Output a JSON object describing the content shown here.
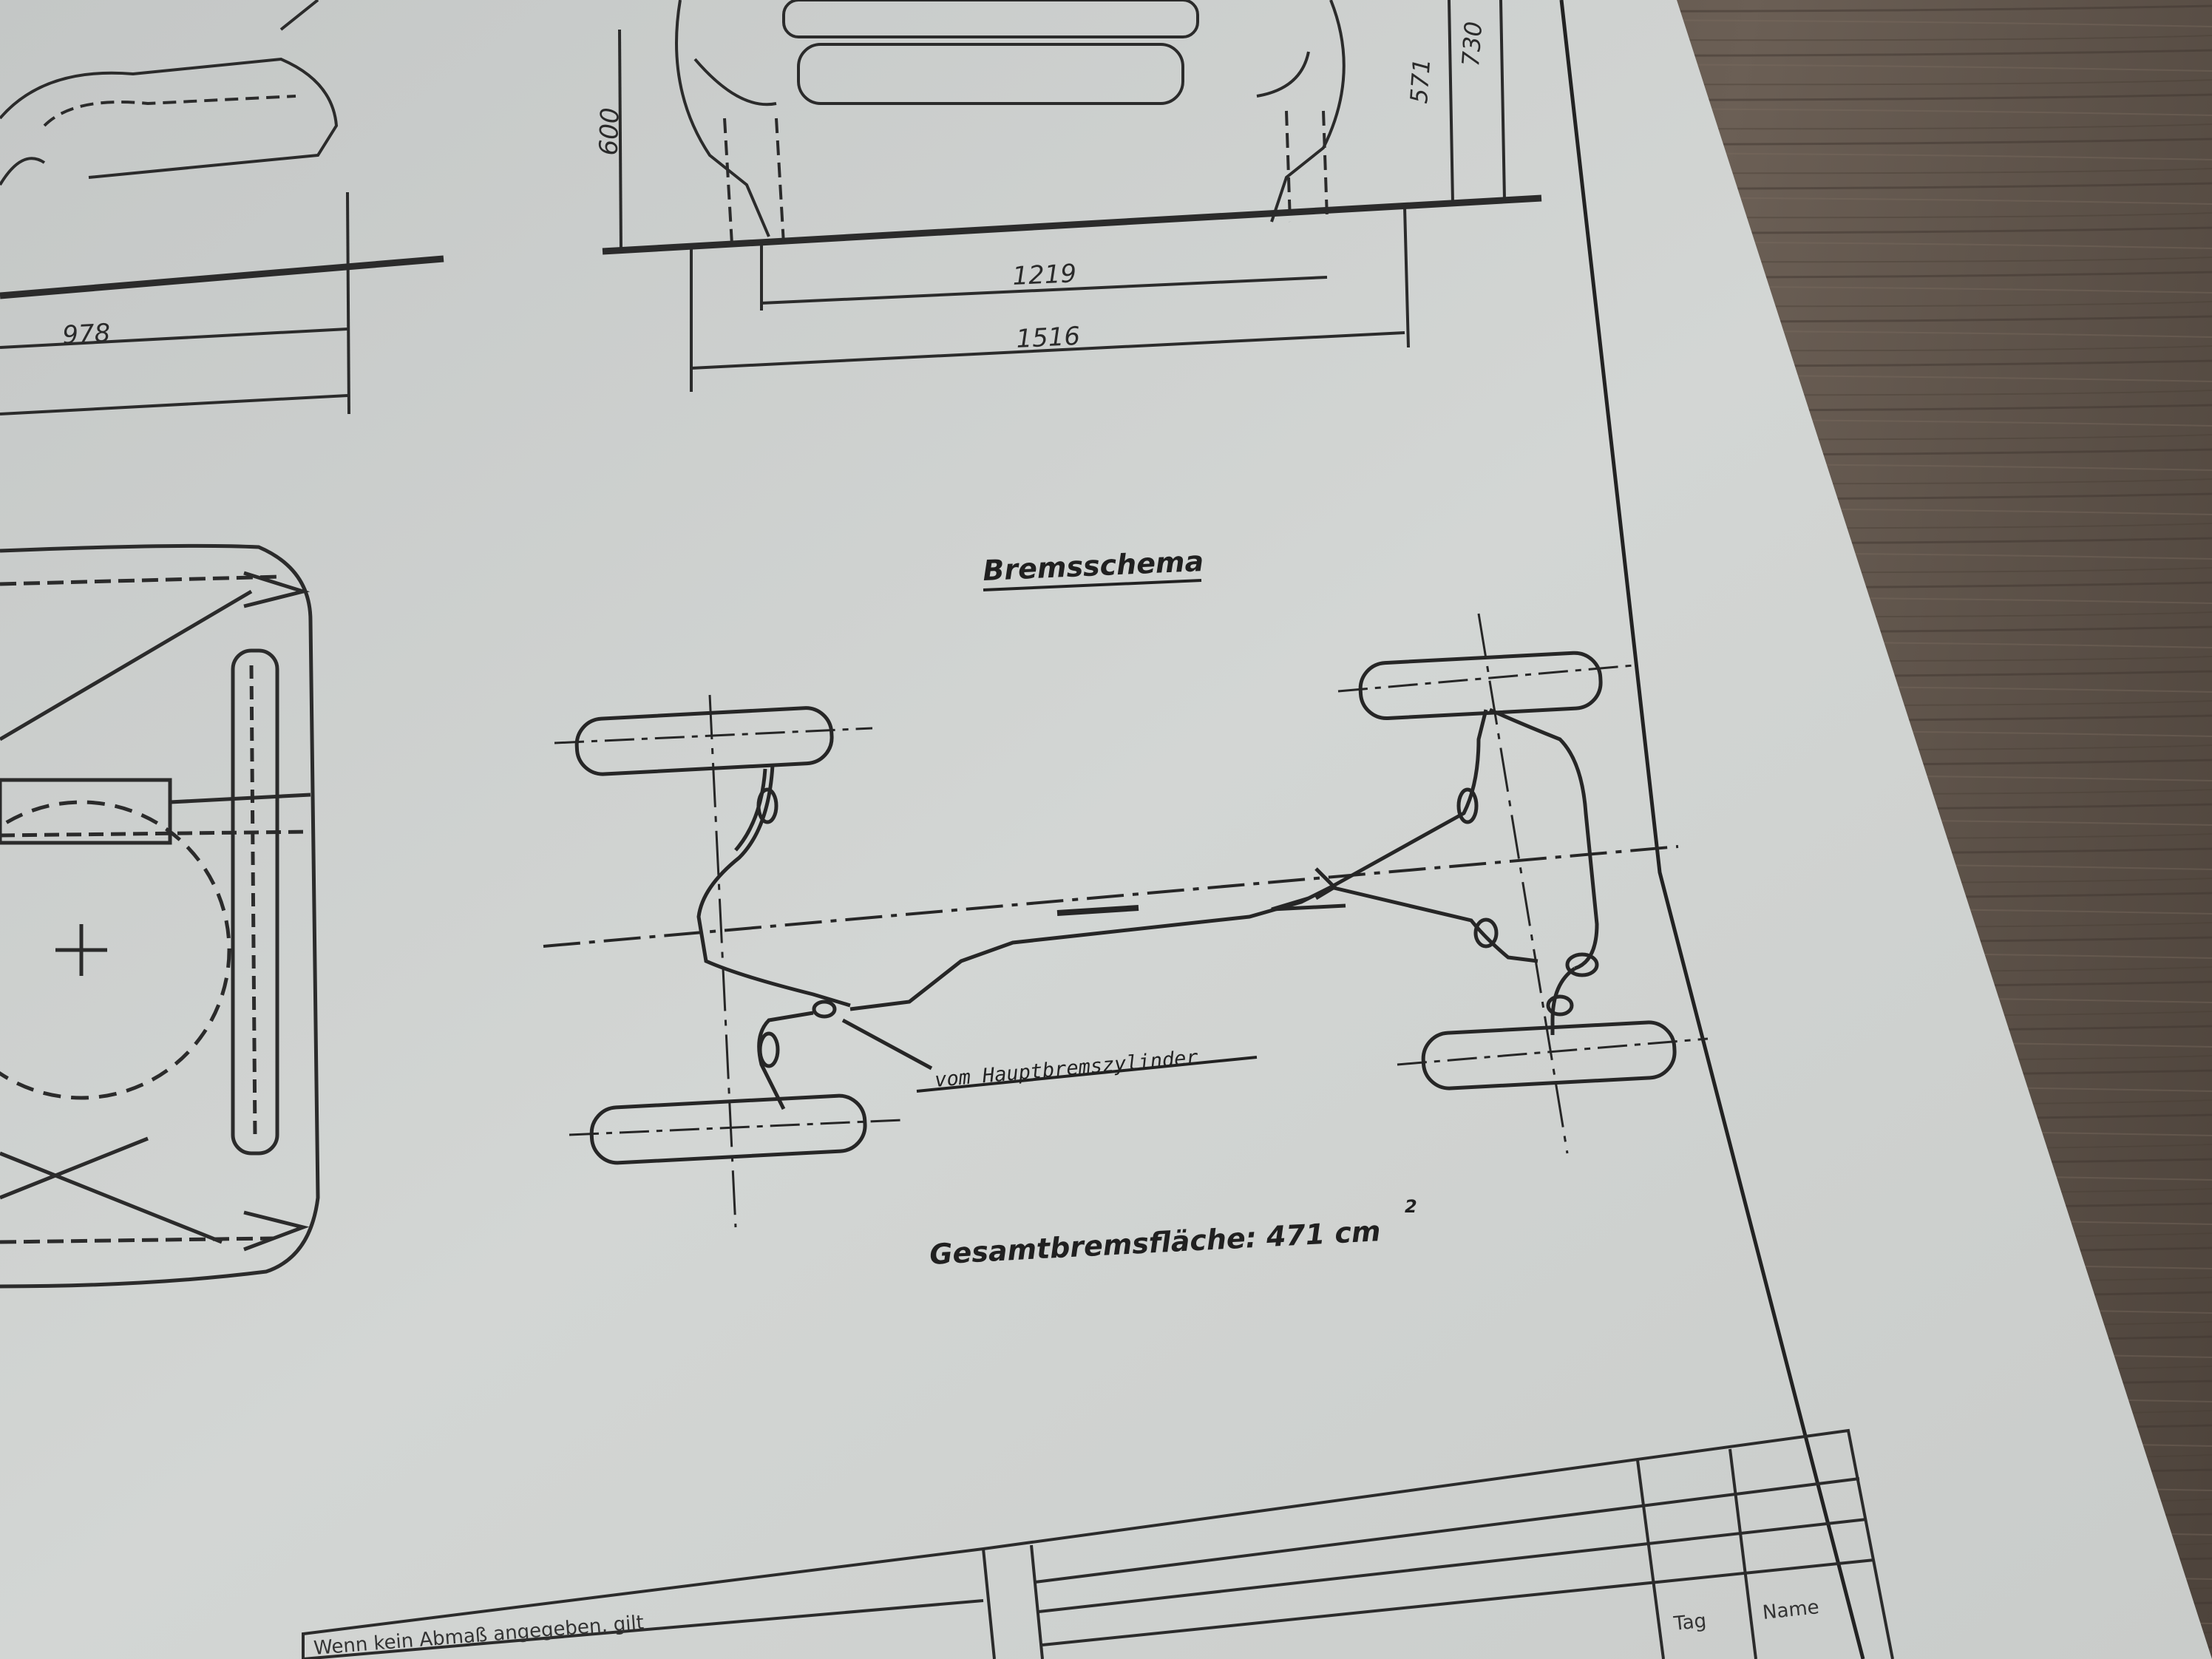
{
  "desk": {
    "wood_color": "#5b4f45",
    "paper_color": "#cfd2d0"
  },
  "top_view": {
    "dimensions": {
      "height_left": "600",
      "height_mid": "571",
      "height_right": "730",
      "track_inner": "1219",
      "track_outer": "1516"
    }
  },
  "side_view": {
    "dimension": "978"
  },
  "brake_diagram": {
    "title": "Bremsschema",
    "master_cylinder_label": "vom Hauptbremszylinder",
    "total_area_label": "Gesamtbremsfläche: 471 cm",
    "total_area_exponent": "2"
  },
  "title_block": {
    "note": "Wenn kein Abmaß angegeben, gilt",
    "col_day": "Tag",
    "col_name": "Name"
  }
}
